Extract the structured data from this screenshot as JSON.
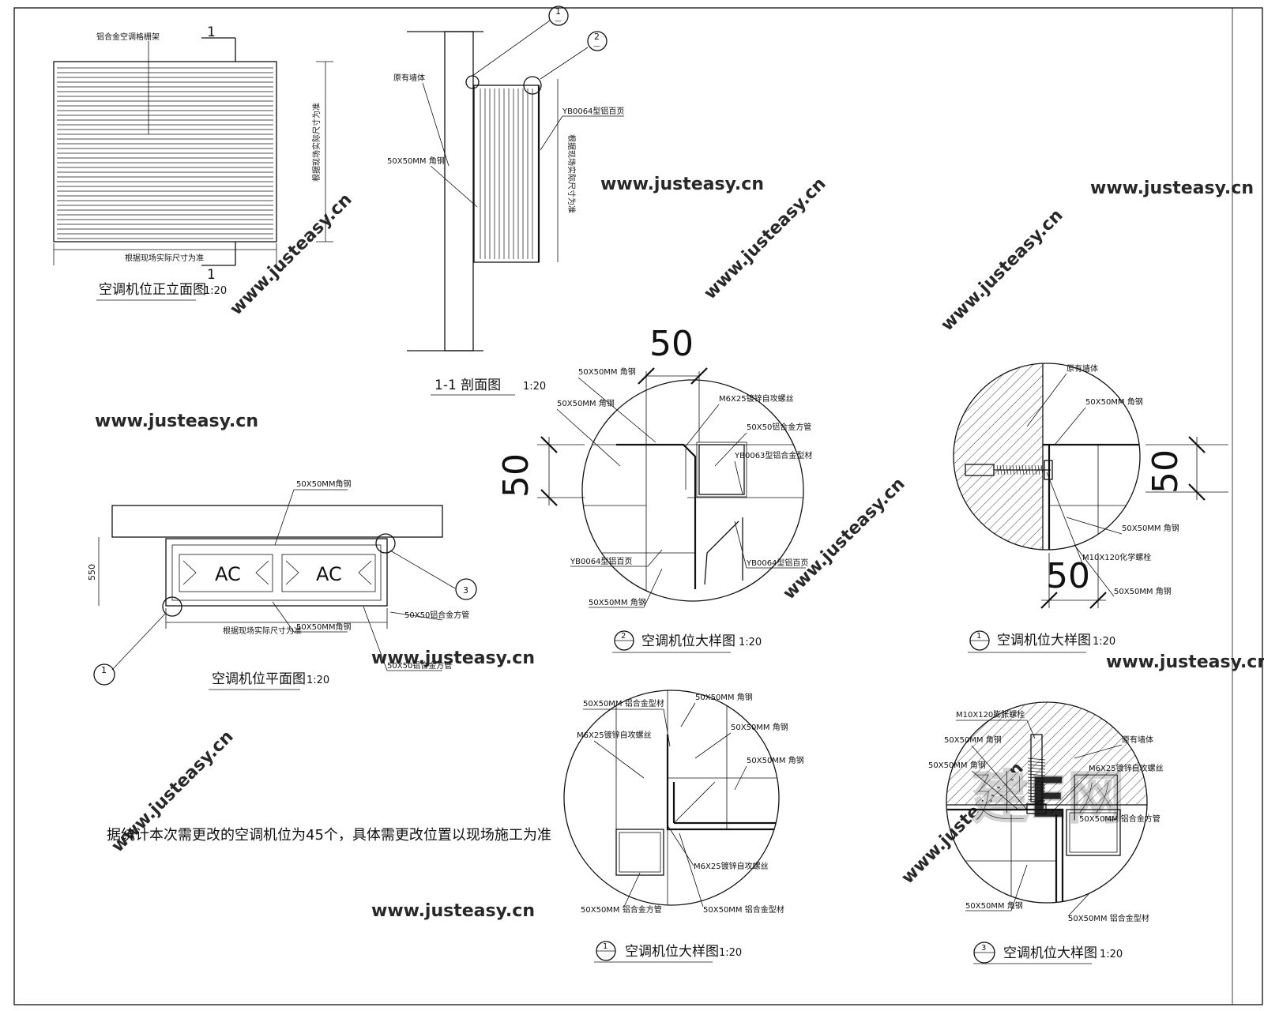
{
  "colors": {
    "line": "#111111",
    "paper": "#ffffff",
    "watermark": "#d8d8d8"
  },
  "watermark": {
    "site": "www.justeasy.cn",
    "brand": "建E网"
  },
  "elevation": {
    "title": "空调机位正立面图",
    "scale": "1:20",
    "label_louver": "铝合金空调格栅架",
    "label_height": "根据现场实际尺寸为准",
    "label_width": "根据现场实际尺寸为准",
    "cut_mark": "1"
  },
  "section": {
    "title": "1-1 剖面图",
    "scale": "1:20",
    "callout_1": "1",
    "callout_1_sub": "—",
    "callout_2": "2",
    "callout_2_sub": "—",
    "label_wall": "原有墙体",
    "label_angle": "50X50MM 角钢",
    "label_louver": "YB0064型铝百页",
    "label_height": "根据现场实际尺寸为准"
  },
  "plan": {
    "title": "空调机位平面图",
    "scale": "1:20",
    "label_angle_top": "50X50MM角钢",
    "label_angle_bottom": "50X50MM角钢",
    "label_tube_1": "50X50铝合金方管",
    "label_tube_2": "50X50铝合金方管",
    "label_width": "根据现场实际尺寸为准",
    "dim_depth": "550",
    "ac_1": "AC",
    "ac_2": "AC",
    "callout_3": "3",
    "callout_1": "1"
  },
  "detail2": {
    "title": "空调机位大样图",
    "scale": "1:20",
    "callout": "2",
    "dim_top": "50",
    "dim_left": "50",
    "labels": {
      "angle_1": "50X50MM 角钢",
      "angle_2": "50X50MM 角钢",
      "screw": "M6X25镀锌自攻螺丝",
      "tube": "50X50铝合金方管",
      "profile": "YB0063型铝合金型材",
      "louver_left": "YB0064型铝百页",
      "louver_right": "YB0064型铝百页",
      "angle_bottom": "50X50MM 角钢"
    }
  },
  "detail1a": {
    "title": "空调机位大样图",
    "scale": "1:20",
    "callout": "1",
    "dim_right": "50",
    "dim_bottom": "50",
    "labels": {
      "wall": "原有墙体",
      "angle_top": "50X50MM 角钢",
      "angle_mid": "50X50MM 角钢",
      "bolt": "M10X120化学螺栓",
      "angle_bottom": "50X50MM 角钢"
    }
  },
  "detail1b": {
    "title": "空调机位大样图",
    "scale": "1:20",
    "callout": "1",
    "labels": {
      "profile_top": "50X50MM 铝合金型材",
      "angle_1": "50X50MM 角钢",
      "screw_1": "M6X25镀锌自攻螺丝",
      "angle_2": "50X50MM 角钢",
      "angle_3": "50X50MM 角钢",
      "screw_2": "M6X25镀锌自攻螺丝",
      "tube": "50X50MM 铝合金方管",
      "profile_bottom": "50X50MM 铝合金型材"
    }
  },
  "detail3": {
    "title": "空调机位大样图",
    "scale": "1:20",
    "callout": "3",
    "labels": {
      "bolt": "M10X120膨胀螺栓",
      "wall": "原有墙体",
      "angle_1": "50X50MM 角钢",
      "angle_2": "50X50MM 角钢",
      "screw": "M6X25镀锌自攻螺丝",
      "tube": "50X50MM 铝合金方管",
      "angle_bottom": "50X50MM 角钢",
      "profile": "50X50MM 铝合金型材"
    }
  },
  "note": "据统计本次需更改的空调机位为45个，具体需更改位置以现场施工为准"
}
